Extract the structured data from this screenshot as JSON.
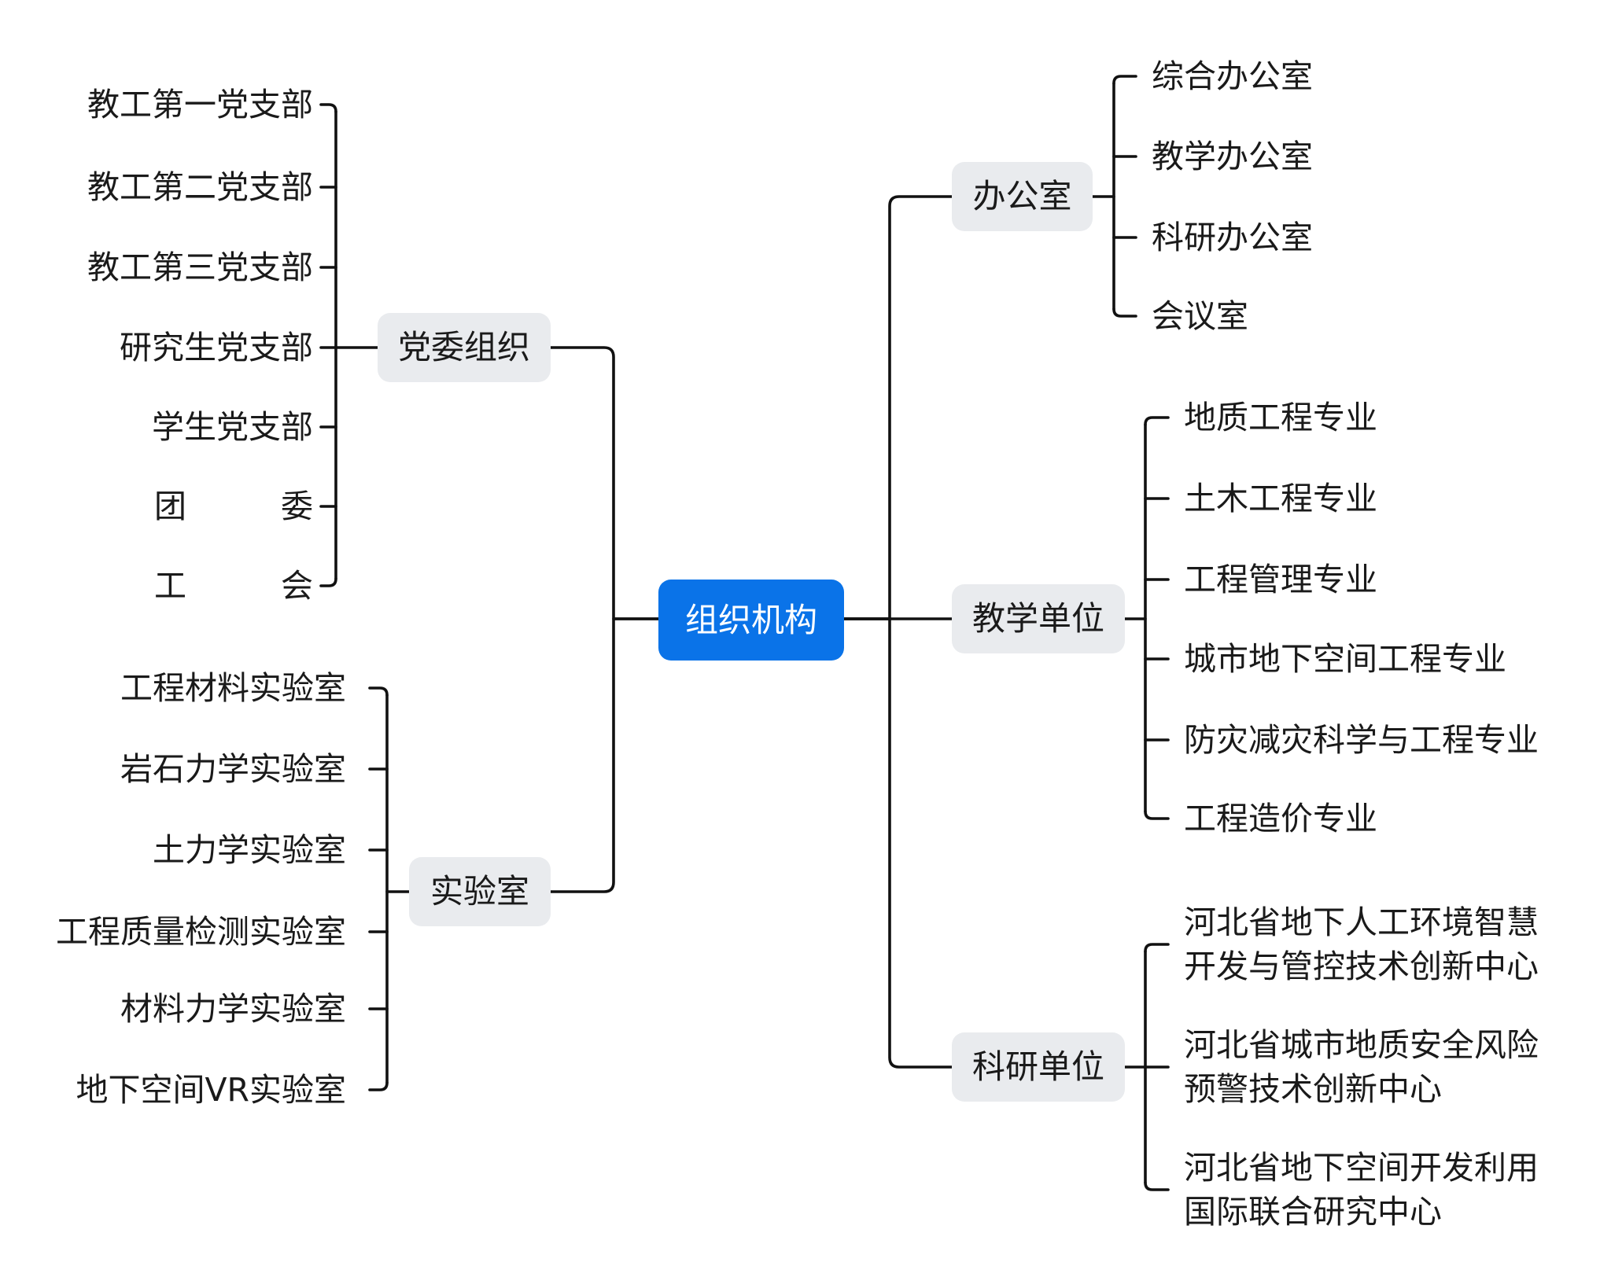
{
  "root": "组织机构",
  "left": {
    "party": {
      "label": "党委组织",
      "items": [
        "教工第一党支部",
        "教工第二党支部",
        "教工第三党支部",
        "研究生党支部",
        "学生党支部"
      ],
      "spaced": [
        [
          "团",
          "委"
        ],
        [
          "工",
          "会"
        ]
      ]
    },
    "lab": {
      "label": "实验室",
      "items": [
        "工程材料实验室",
        "岩石力学实验室",
        "土力学实验室",
        "工程质量检测实验室",
        "材料力学实验室",
        "地下空间VR实验室"
      ]
    }
  },
  "right": {
    "office": {
      "label": "办公室",
      "items": [
        "综合办公室",
        "教学办公室",
        "科研办公室",
        "会议室"
      ]
    },
    "teaching": {
      "label": "教学单位",
      "items": [
        "地质工程专业",
        "土木工程专业",
        "工程管理专业",
        "城市地下空间工程专业",
        "防灾减灾科学与工程专业",
        "工程造价专业"
      ]
    },
    "research": {
      "label": "科研单位",
      "items": [
        [
          "河北省地下人工环境智慧",
          "开发与管控技术创新中心"
        ],
        [
          "河北省城市地质安全风险",
          "预警技术创新中心"
        ],
        [
          "河北省地下空间开发利用",
          "国际联合研究中心"
        ]
      ]
    }
  },
  "colors": {
    "root_fill": "#0a73e8",
    "root_text": "#ffffff",
    "branch_fill": "#e9ebee",
    "line": "#111111"
  }
}
